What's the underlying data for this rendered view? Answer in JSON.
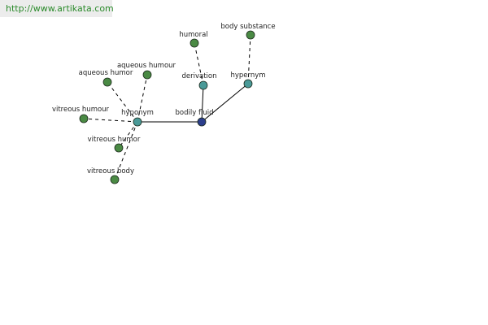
{
  "header": {
    "url": "http://www.artikata.com"
  },
  "colors": {
    "leaf": "#4a8a44",
    "relation": "#4a9a98",
    "center": "#2c3e8c",
    "url_text": "#2a8a2a"
  },
  "graph": {
    "nodes": [
      {
        "id": "bodily-fluid",
        "label": "bodily fluid",
        "kind": "center"
      },
      {
        "id": "hyponym",
        "label": "hyponym",
        "kind": "relation"
      },
      {
        "id": "derivation",
        "label": "derivation",
        "kind": "relation"
      },
      {
        "id": "hypernym",
        "label": "hypernym",
        "kind": "relation"
      },
      {
        "id": "humoral",
        "label": "humoral",
        "kind": "leaf"
      },
      {
        "id": "body-substance",
        "label": "body substance",
        "kind": "leaf"
      },
      {
        "id": "aqueous-humor",
        "label": "aqueous humor",
        "kind": "leaf"
      },
      {
        "id": "aqueous-humour",
        "label": "aqueous humour",
        "kind": "leaf"
      },
      {
        "id": "vitreous-humour",
        "label": "vitreous humour",
        "kind": "leaf"
      },
      {
        "id": "vitreous-humor",
        "label": "vitreous humor",
        "kind": "leaf"
      },
      {
        "id": "vitreous-body",
        "label": "vitreous body",
        "kind": "leaf"
      }
    ],
    "edges": [
      {
        "from": "bodily-fluid",
        "to": "hyponym",
        "style": "solid"
      },
      {
        "from": "bodily-fluid",
        "to": "derivation",
        "style": "solid"
      },
      {
        "from": "bodily-fluid",
        "to": "hypernym",
        "style": "solid"
      },
      {
        "from": "derivation",
        "to": "humoral",
        "style": "dashed"
      },
      {
        "from": "hypernym",
        "to": "body-substance",
        "style": "dashed"
      },
      {
        "from": "hyponym",
        "to": "aqueous-humor",
        "style": "dashed"
      },
      {
        "from": "hyponym",
        "to": "aqueous-humour",
        "style": "dashed"
      },
      {
        "from": "hyponym",
        "to": "vitreous-humour",
        "style": "dashed"
      },
      {
        "from": "hyponym",
        "to": "vitreous-humor",
        "style": "dashed"
      },
      {
        "from": "hyponym",
        "to": "vitreous-body",
        "style": "dashed"
      }
    ]
  }
}
